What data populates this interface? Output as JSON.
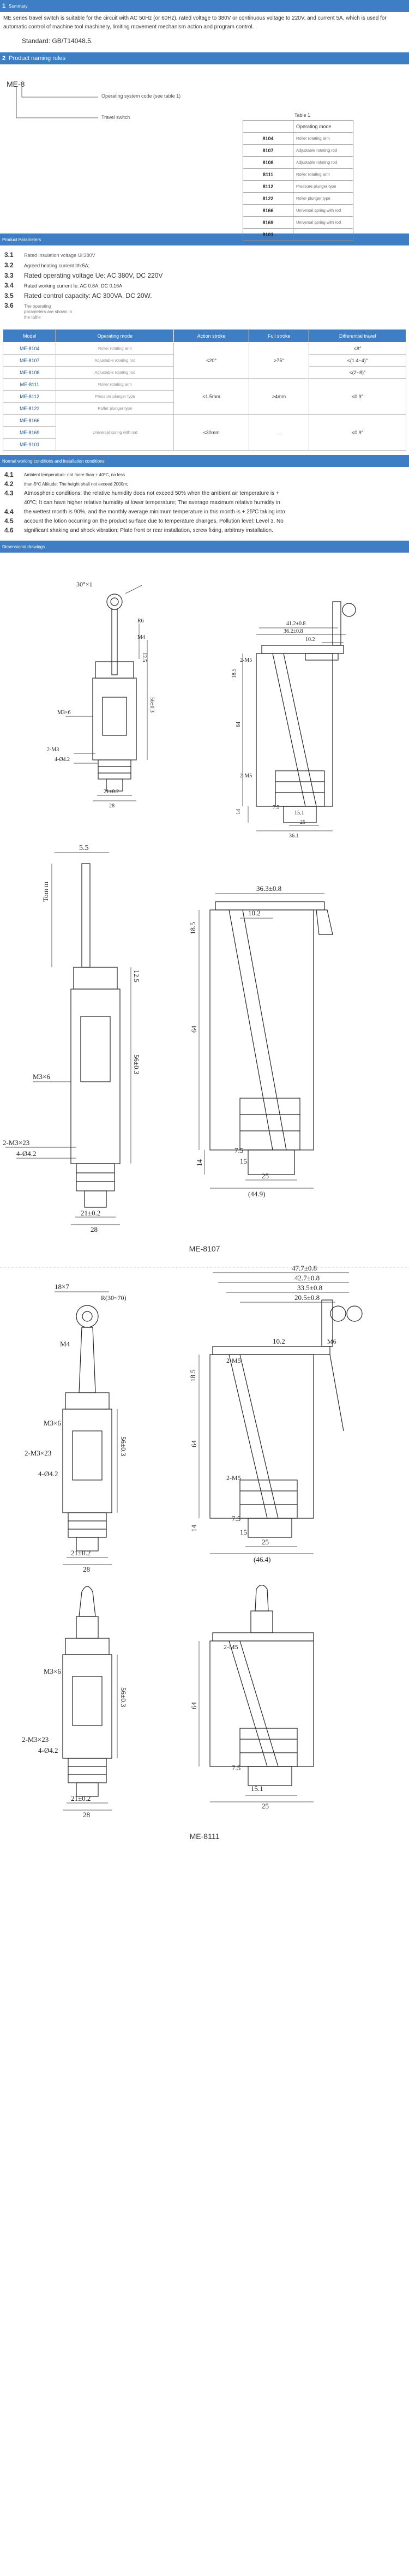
{
  "intro": {
    "num": "1",
    "title": "Summary",
    "text": "ME series travel switch is suitable for the circuit with AC 50Hz (or 60Hz), rated voltage to 380V or continuous voltage to 220V, and current 5A, which is used for automatic control of machine tool machinery, limiting movement mechanism action and program control.",
    "standard": "Standard: GB/T14048.5."
  },
  "model_rules": {
    "num": "2",
    "title": "Product naming rules",
    "code": "ME-8",
    "label_operating": "Operating system code (see table 1)",
    "label_switch": "Travel switch",
    "table_caption": "Table 1",
    "table_header": [
      "",
      "Operating mode"
    ],
    "rows": [
      [
        "8104",
        "Roller rotating arm"
      ],
      [
        "8107",
        "Adjustable rotating rod"
      ],
      [
        "8108",
        "Adjustable rotating rod"
      ],
      [
        "8111",
        "Roller rotating arm"
      ],
      [
        "8112",
        "Pressure plunger type"
      ],
      [
        "8122",
        "Roller plunger type"
      ],
      [
        "8166",
        "Universal spring with rod"
      ],
      [
        "8169",
        "Universal spring with rod"
      ],
      [
        "9101",
        ""
      ]
    ]
  },
  "params": {
    "title": "Product Parameters",
    "items": [
      {
        "n": "3.1",
        "t": "Rated insulation voltage Ui:380V"
      },
      {
        "n": "3.2",
        "t": "Agreed heating current Ith:5A;"
      },
      {
        "n": "3.3",
        "t": "Rated operating voltage Ue: AC 380V, DC 220V"
      },
      {
        "n": "3.4",
        "t": "Rated working current Ie: AC 0.8A, DC 0.16A"
      },
      {
        "n": "3.5",
        "t": "Rated control capacity: AC 300VA, DC 20W."
      },
      {
        "n": "3.6",
        "t": "The operating parameters are shown in the table"
      }
    ]
  },
  "op_table": {
    "headers": [
      "Model",
      "Operating mode",
      "Action stroke",
      "Full stroke",
      "Differential travel"
    ],
    "rows": [
      [
        "ME-8104",
        "Roller rotating arm",
        "≤20°",
        "≥75°",
        "≤8°"
      ],
      [
        "ME-8107",
        "Adjustable rotating rod",
        "",
        "",
        "≤(1.4~4)°"
      ],
      [
        "ME-8108",
        "Adjustable rotating rod",
        "",
        "",
        "≤(2~8)°"
      ],
      [
        "ME-8111",
        "Roller rotating arm",
        "",
        "",
        ""
      ],
      [
        "ME-8112",
        "Pressure plunger type",
        "≤1.5mm",
        "≥4mm",
        "≤0.9°"
      ],
      [
        "ME-8122",
        "Roller plunger type",
        "",
        "",
        ""
      ],
      [
        "ME-8166",
        "Universal spring with rod",
        "≤30mm",
        "...",
        "≤0.9°"
      ],
      [
        "ME-8169",
        "",
        "",
        "",
        ""
      ],
      [
        "ME-9101",
        "",
        "",
        "",
        ""
      ]
    ]
  },
  "env": {
    "title": "Normal working conditions and installation conditions",
    "items": [
      {
        "n": "4.1",
        "t": "Ambient temperature: not more than + 40ºC, no less"
      },
      {
        "n": "4.2",
        "t": "than-5ºC Altitude: The height shall not exceed 2000m;"
      },
      {
        "n": "4.3",
        "t": "Atmospheric conditions: the relative humidity does not exceed 50% when the ambient air temperature is +"
      },
      {
        "n": "",
        "t": "40ºC; It can have higher relative humidity at lower temperature; The average maximum relative humidity in"
      },
      {
        "n": "4.4",
        "t": "the wettest month is 90%, and the monthly average minimum temperature in this month is + 25ºC taking into"
      },
      {
        "n": "4.5",
        "t": "account the lotion occurring on the product surface due to temperature changes. Pollution level: Level 3. No"
      },
      {
        "n": "4.6",
        "t": "significant shaking and shock vibration; Plate front or rear installation, screw fixing, arbitrary installation."
      }
    ]
  },
  "dimensions": {
    "title": "Dimensional drawings",
    "caption_1": "ME-8107",
    "caption_2": "ME-8111",
    "d1": {
      "w1": "41.2±0.8",
      "w2": "36.2±0.8",
      "w3": "10.2",
      "h1": "18.5",
      "h2": "64",
      "h3": "14",
      "t1": "7.5",
      "t2": "15.1",
      "t3": "25",
      "t4": "36.1",
      "r": "R6",
      "m4": "M4",
      "m3": "M3×6",
      "m5": "2-M5",
      "m3b": "2-M3",
      "d42": "4-Ø4.2",
      "w21": "21±0.2",
      "w28": "28",
      "a": "30°×1",
      "h12": "12.5",
      "h56": "56±0.3"
    },
    "d2": {
      "w1": "36.3±0.8",
      "w3": "10.2",
      "h1": "18.5",
      "h2": "64",
      "h3": "14",
      "t1": "7.5",
      "t2": "15",
      "t3": "25",
      "t4": "(44.9)",
      "h5": "5.5",
      "h7": "Tom m",
      "m3": "M3×6",
      "m3b": "2-M3×23",
      "d42": "4-Ø4.2",
      "w21": "21±0.2",
      "w28": "28",
      "h12": "12.5",
      "h56": "56±0.3"
    },
    "d3": {
      "w1": "47.7±0.8",
      "w2": "42.7±0.8",
      "w3": "33.5±0.8",
      "w4": "20.5±0.8",
      "w5": "10.2",
      "h1": "18.5",
      "h2": "64",
      "h3": "14",
      "t1": "7.5",
      "t2": "15",
      "t3": "25",
      "t4": "(46.4)",
      "m6": "M6",
      "m4": "M4",
      "m3": "M3×6",
      "m5": "2-M5",
      "m3b": "2-M3×23",
      "d42": "4-Ø4.2",
      "w21": "21±0.2",
      "w28": "28",
      "a": "18×7",
      "r": "R(30~70)",
      "h56": "56±0.3"
    },
    "d4": {
      "h2": "64",
      "t1": "7.5",
      "t2": "15.1",
      "t3": "25",
      "m3": "M3×6",
      "m5": "2-M5",
      "m3b": "2-M3×23",
      "d42": "4-Ø4.2",
      "w21": "21±0.2",
      "w28": "28",
      "h56": "56±0.3"
    }
  }
}
